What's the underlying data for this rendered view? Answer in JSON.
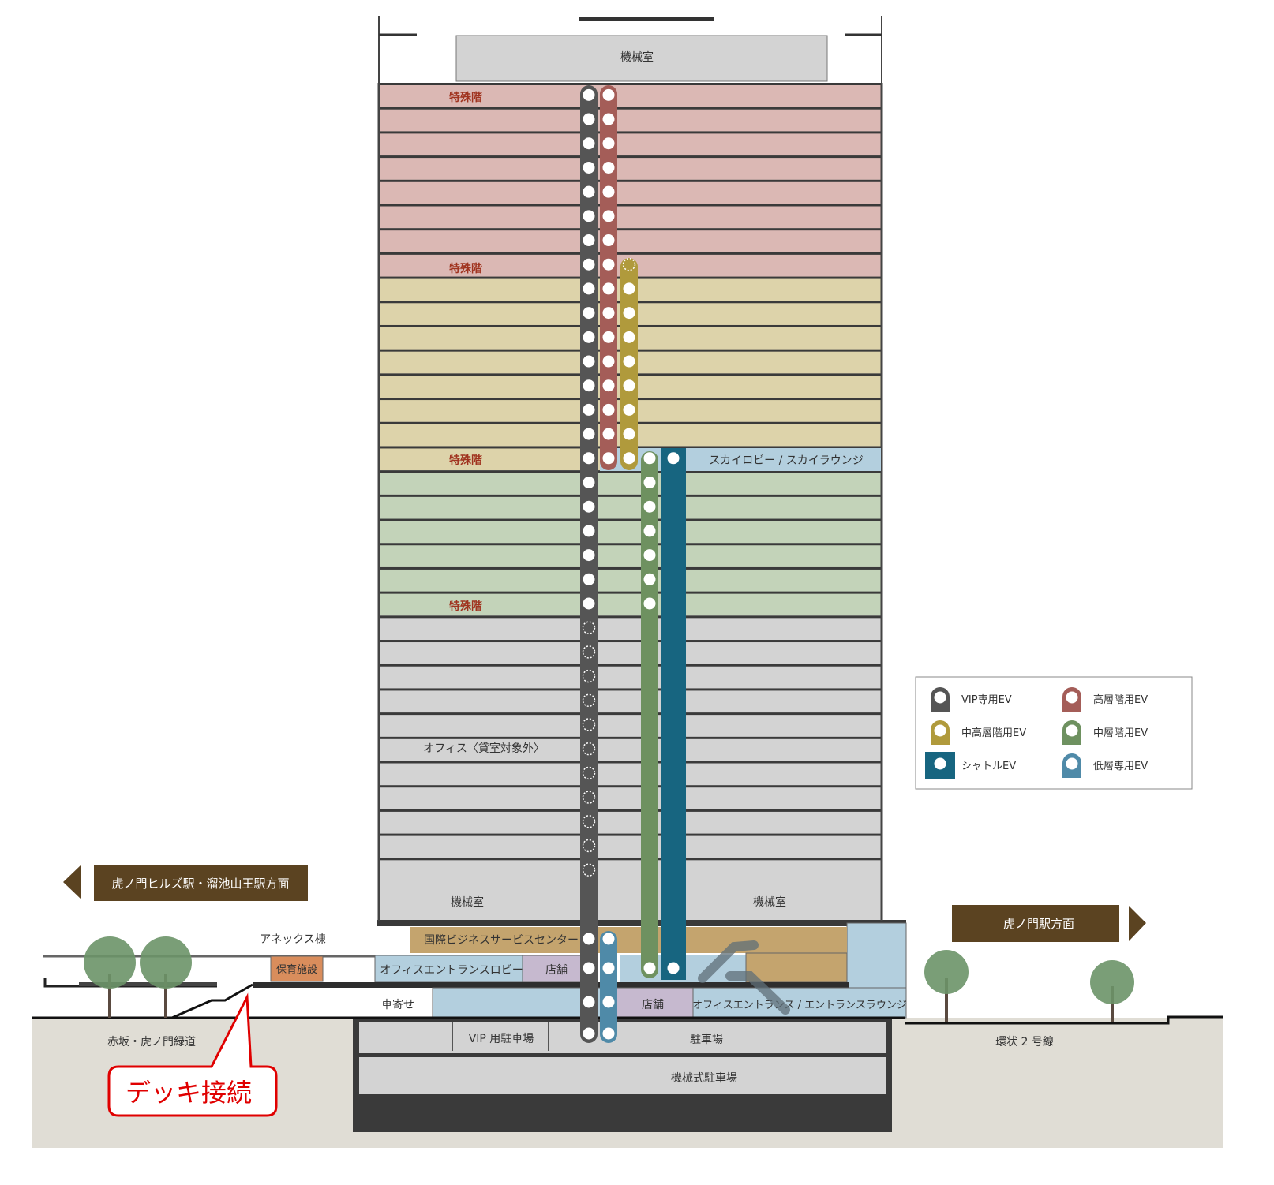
{
  "colors": {
    "special": "#dbb8b4",
    "midhigh_zone": "#ddd3aa",
    "mid_zone": "#c3d3b9",
    "office": "#d3d3d3",
    "vip_ev": "#555555",
    "high_ev": "#a45d58",
    "midhigh_ev": "#b09a3c",
    "mid_ev": "#6e9160",
    "shuttle_ev": "#176580",
    "low_ev": "#4f8aa8",
    "sign": "#5b4321",
    "callout": "#e00000"
  },
  "zones": [
    {
      "id": "special",
      "floors": 8
    },
    {
      "id": "midhigh_zone",
      "floors": 8
    },
    {
      "id": "mid_zone",
      "floors": 6
    },
    {
      "id": "office",
      "floors": 11
    }
  ],
  "tower": {
    "roof_machine_room": "機械室",
    "special_floor_1": "特殊階",
    "special_floor_2": "特殊階",
    "special_floor_3": "特殊階",
    "special_floor_4": "特殊階",
    "sky_lobby": "スカイロビー / スカイラウンジ",
    "office_excluded": "オフィス〈貸室対象外〉",
    "machine_room_left": "機械室",
    "machine_room_right": "機械室"
  },
  "podium": {
    "business_center": "国際ビジネスサービスセンター",
    "office_lobby": "オフィスエントランスロビー",
    "shop_upper": "店舗",
    "dropoff": "車寄せ",
    "shop_lower": "店舗",
    "office_entrance": "オフィスエントランス / エントランスラウンジ",
    "vip_parking": "VIP 用駐車場",
    "parking": "駐車場",
    "mechanical_parking": "機械式駐車場"
  },
  "surroundings": {
    "annex": "アネックス棟",
    "nursery": "保育施設",
    "greenway": "赤坂・虎ノ門緑道",
    "ring_road": "環状 2 号線",
    "sign_left": "虎ノ門ヒルズ駅・溜池山王駅方面",
    "sign_right": "虎ノ門駅方面",
    "callout": "デッキ接続"
  },
  "legend": [
    {
      "label": "VIP専用EV",
      "color": "vip_ev",
      "shape": "tab"
    },
    {
      "label": "高層階用EV",
      "color": "high_ev",
      "shape": "tab"
    },
    {
      "label": "中高層階用EV",
      "color": "midhigh_ev",
      "shape": "tab"
    },
    {
      "label": "中層階用EV",
      "color": "mid_ev",
      "shape": "tab"
    },
    {
      "label": "シャトルEV",
      "color": "shuttle_ev",
      "shape": "square"
    },
    {
      "label": "低層専用EV",
      "color": "low_ev",
      "shape": "tab"
    }
  ]
}
